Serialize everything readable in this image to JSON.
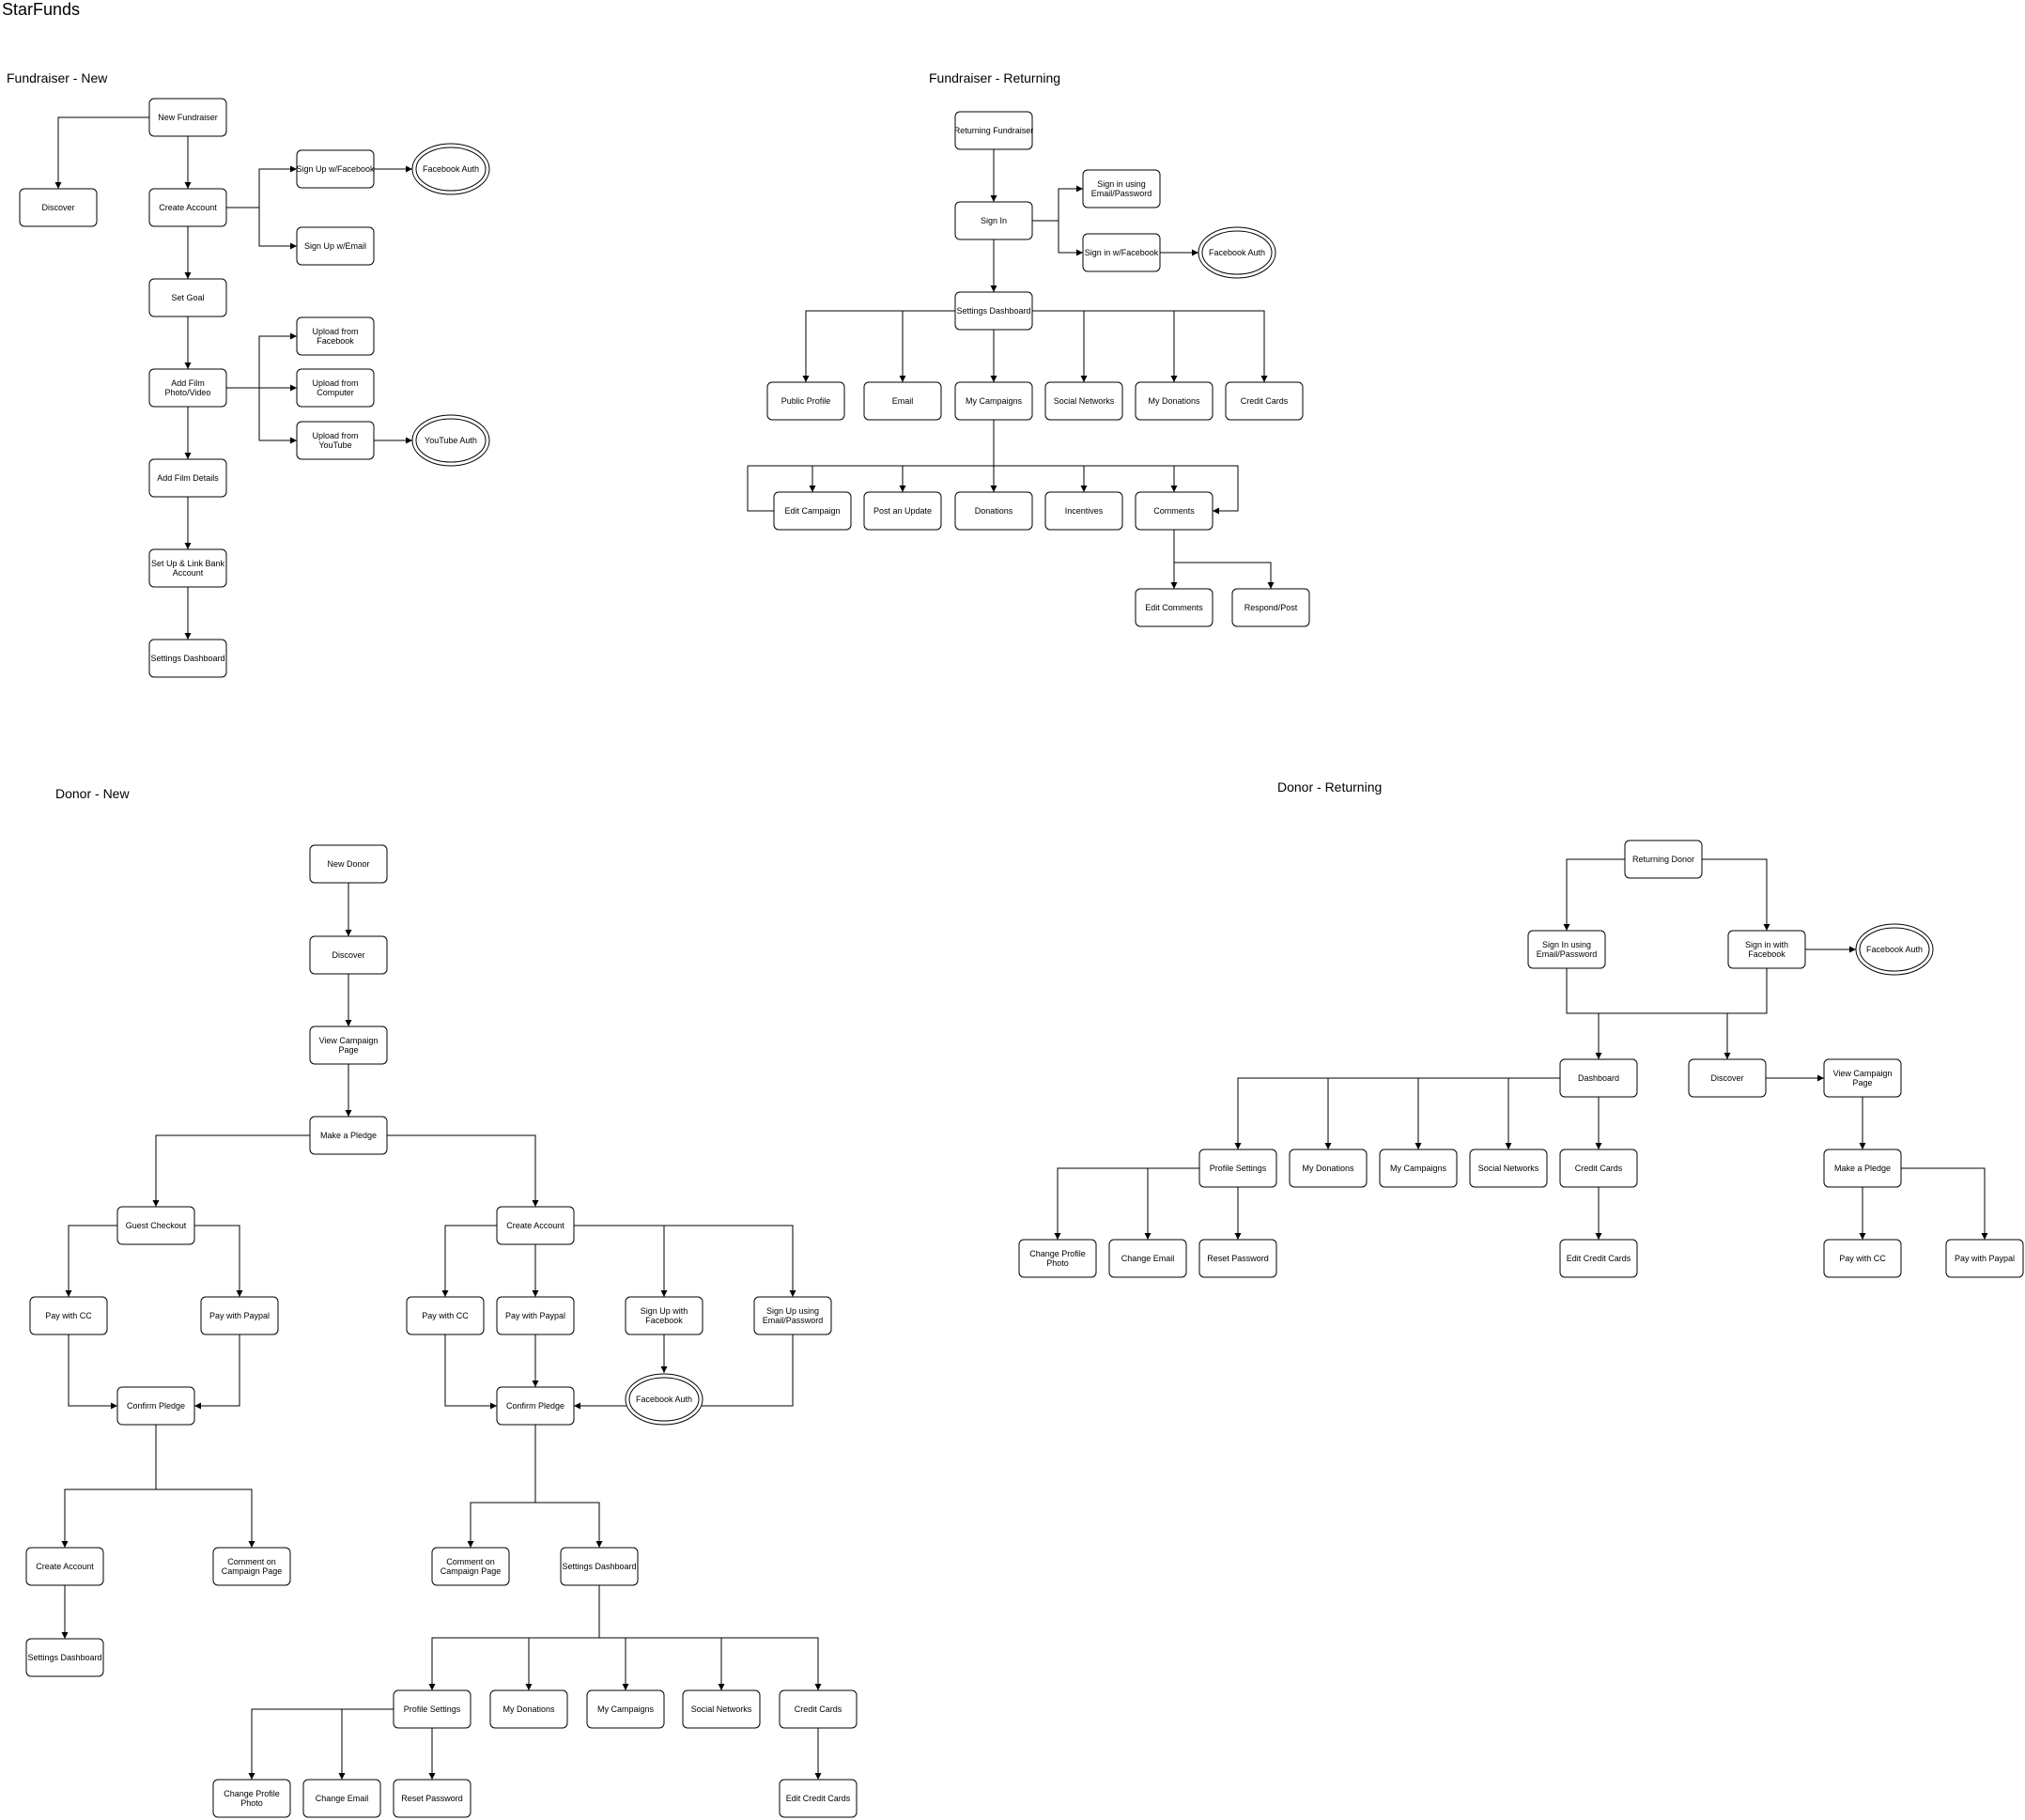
{
  "app_title": "StarFunds",
  "colors": {
    "stroke": "#000000",
    "fill": "#ffffff",
    "text": "#000000"
  },
  "sections": {
    "fundraiser_new": "Fundraiser - New",
    "fundraiser_returning": "Fundraiser - Returning",
    "donor_new": "Donor - New",
    "donor_returning": "Donor - Returning"
  },
  "nodes": {
    "fn_new": [
      "New Fundraiser"
    ],
    "fn_discover": [
      "Discover"
    ],
    "fn_create": [
      "Create Account"
    ],
    "fn_signup_fb": [
      "Sign Up w/Facebook"
    ],
    "fn_fb_auth": [
      "Facebook Auth"
    ],
    "fn_signup_email": [
      "Sign Up w/Email"
    ],
    "fn_goal": [
      "Set Goal"
    ],
    "fn_up_fb": [
      "Upload from",
      "Facebook"
    ],
    "fn_add_film": [
      "Add Film",
      "Photo/Video"
    ],
    "fn_up_comp": [
      "Upload from",
      "Computer"
    ],
    "fn_up_yt": [
      "Upload from",
      "YouTube"
    ],
    "fn_yt_auth": [
      "YouTube Auth"
    ],
    "fn_details": [
      "Add Film Details"
    ],
    "fn_bank": [
      "Set Up & Link Bank",
      "Account"
    ],
    "fn_settings": [
      "Settings Dashboard"
    ],
    "fr_returning": [
      "Returning Fundraiser"
    ],
    "fr_signin": [
      "Sign In"
    ],
    "fr_email_pw": [
      "Sign in using",
      "Email/Password"
    ],
    "fr_fb_signin": [
      "Sign in w/Facebook"
    ],
    "fr_fb_auth": [
      "Facebook Auth"
    ],
    "fr_settings": [
      "Settings Dashboard"
    ],
    "fr_profile": [
      "Public Profile"
    ],
    "fr_email": [
      "Email"
    ],
    "fr_campaigns": [
      "My Campaigns"
    ],
    "fr_social": [
      "Social Networks"
    ],
    "fr_donations": [
      "My Donations"
    ],
    "fr_cards": [
      "Credit Cards"
    ],
    "fr_edit_campaign": [
      "Edit Campaign"
    ],
    "fr_post_update": [
      "Post an Update"
    ],
    "fr_donations2": [
      "Donations"
    ],
    "fr_incentives": [
      "Incentives"
    ],
    "fr_comments": [
      "Comments"
    ],
    "fr_edit_comments": [
      "Edit Comments"
    ],
    "fr_respond": [
      "Respond/Post"
    ],
    "dn_new": [
      "New Donor"
    ],
    "dn_discover": [
      "Discover"
    ],
    "dn_view": [
      "View Campaign",
      "Page"
    ],
    "dn_pledge": [
      "Make a Pledge"
    ],
    "dn_guest": [
      "Guest Checkout"
    ],
    "dn_g_cc": [
      "Pay with CC"
    ],
    "dn_g_paypal": [
      "Pay with Paypal"
    ],
    "dn_g_confirm": [
      "Confirm Pledge"
    ],
    "dn_g_create": [
      "Create Account"
    ],
    "dn_g_comment": [
      "Comment on",
      "Campaign Page"
    ],
    "dn_g_settings": [
      "Settings Dashboard"
    ],
    "dn_create": [
      "Create Account"
    ],
    "dn_c_cc": [
      "Pay with CC"
    ],
    "dn_c_paypal": [
      "Pay with Paypal"
    ],
    "dn_c_fb": [
      "Sign Up with",
      "Facebook"
    ],
    "dn_c_email": [
      "Sign Up using",
      "Email/Password"
    ],
    "dn_c_confirm": [
      "Confirm Pledge"
    ],
    "dn_c_fb_auth": [
      "Facebook Auth"
    ],
    "dn_c_comment": [
      "Comment on",
      "Campaign Page"
    ],
    "dn_c_settings": [
      "Settings Dashboard"
    ],
    "dn_c_profile": [
      "Profile Settings"
    ],
    "dn_c_donations": [
      "My Donations"
    ],
    "dn_c_campaigns": [
      "My Campaigns"
    ],
    "dn_c_social": [
      "Social Networks"
    ],
    "dn_c_cards": [
      "Credit Cards"
    ],
    "dn_c_photo": [
      "Change Profile",
      "Photo"
    ],
    "dn_c_change_email": [
      "Change Email"
    ],
    "dn_c_reset": [
      "Reset Password"
    ],
    "dn_c_edit_cards": [
      "Edit Credit Cards"
    ],
    "dr_returning": [
      "Returning Donor"
    ],
    "dr_signin_email": [
      "Sign In using",
      "Email/Password"
    ],
    "dr_signin_fb": [
      "Sign in with",
      "Facebook"
    ],
    "dr_fb_auth": [
      "Facebook Auth"
    ],
    "dr_dashboard": [
      "Dashboard"
    ],
    "dr_discover": [
      "Discover"
    ],
    "dr_view": [
      "View Campaign",
      "Page"
    ],
    "dr_profile": [
      "Profile Settings"
    ],
    "dr_donations": [
      "My Donations"
    ],
    "dr_campaigns": [
      "My Campaigns"
    ],
    "dr_social": [
      "Social Networks"
    ],
    "dr_cards": [
      "Credit Cards"
    ],
    "dr_pledge": [
      "Make a Pledge"
    ],
    "dr_photo": [
      "Change Profile",
      "Photo"
    ],
    "dr_change_email": [
      "Change Email"
    ],
    "dr_reset": [
      "Reset Password"
    ],
    "dr_edit_cards": [
      "Edit Credit Cards"
    ],
    "dr_cc": [
      "Pay with CC"
    ],
    "dr_paypal": [
      "Pay with Paypal"
    ]
  }
}
